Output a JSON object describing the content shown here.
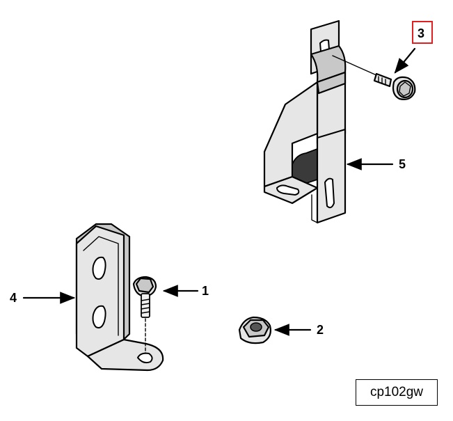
{
  "diagram": {
    "callouts": [
      {
        "id": "1",
        "label": "1"
      },
      {
        "id": "2",
        "label": "2"
      },
      {
        "id": "3",
        "label": "3",
        "highlighted": true
      },
      {
        "id": "4",
        "label": "4"
      },
      {
        "id": "5",
        "label": "5"
      }
    ],
    "highlight_color": "#e02020",
    "figure_code": "cp102gw"
  }
}
